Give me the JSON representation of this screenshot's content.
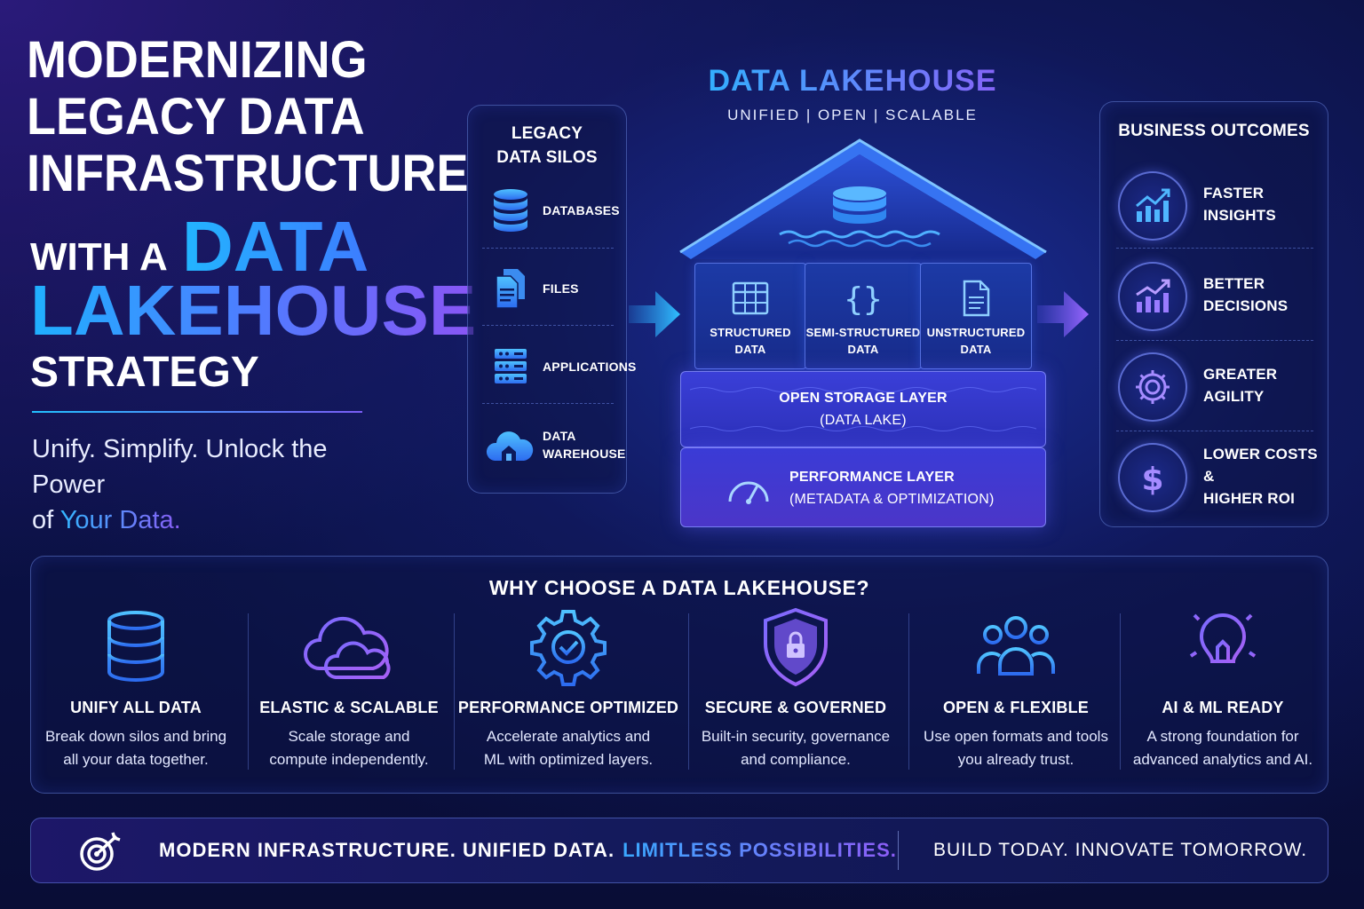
{
  "hero": {
    "title_lines": [
      "MODERNIZING",
      "LEGACY DATA",
      "INFRASTRUCTURE"
    ],
    "with_a": "WITH A",
    "accent_1": "DATA",
    "accent_2": "LAKEHOUSE",
    "strategy": "STRATEGY",
    "tagline_1": "Unify. Simplify. Unlock the Power",
    "tagline_2_prefix": "of",
    "tagline_2_highlight": "Your Data."
  },
  "legacy": {
    "title_line_1": "LEGACY",
    "title_line_2": "DATA SILOS",
    "items": [
      {
        "label": "DATABASES",
        "icon": "database-icon"
      },
      {
        "label": "FILES",
        "icon": "files-icon"
      },
      {
        "label": "APPLICATIONS",
        "icon": "server-icon"
      },
      {
        "label_1": "DATA",
        "label_2": "WAREHOUSE",
        "icon": "warehouse-cloud-icon"
      }
    ]
  },
  "lakehouse": {
    "title": "DATA LAKEHOUSE",
    "subtitle": "UNIFIED  |  OPEN  |  SCALABLE",
    "data_types": [
      {
        "line_1": "STRUCTURED",
        "line_2": "DATA",
        "icon": "table-icon"
      },
      {
        "line_1": "SEMI-STRUCTURED",
        "line_2": "DATA",
        "icon": "braces-icon"
      },
      {
        "line_1": "UNSTRUCTURED",
        "line_2": "DATA",
        "icon": "document-icon"
      }
    ],
    "storage_layer": {
      "line_1": "OPEN STORAGE LAYER",
      "line_2": "(DATA LAKE)"
    },
    "performance_layer": {
      "line_1": "PERFORMANCE LAYER",
      "line_2": "(METADATA & OPTIMIZATION)",
      "icon": "gauge-icon"
    }
  },
  "outcomes": {
    "title": "BUSINESS OUTCOMES",
    "items": [
      {
        "line_1": "FASTER",
        "line_2": "INSIGHTS",
        "icon": "chart-up-icon"
      },
      {
        "line_1": "BETTER",
        "line_2": "DECISIONS",
        "icon": "chart-trend-icon"
      },
      {
        "line_1": "GREATER",
        "line_2": "AGILITY",
        "icon": "gear-icon"
      },
      {
        "line_1": "LOWER COSTS &",
        "line_2": "HIGHER ROI",
        "icon": "dollar-icon"
      }
    ]
  },
  "why": {
    "title": "WHY CHOOSE A DATA LAKEHOUSE?",
    "features": [
      {
        "title": "UNIFY ALL DATA",
        "desc_1": "Break down silos and bring",
        "desc_2": "all your data together.",
        "icon": "database-icon"
      },
      {
        "title": "ELASTIC & SCALABLE",
        "desc_1": "Scale storage and",
        "desc_2": "compute independently.",
        "icon": "cloud-icon"
      },
      {
        "title": "PERFORMANCE OPTIMIZED",
        "desc_1": "Accelerate analytics and",
        "desc_2": "ML with optimized layers.",
        "icon": "gear-check-icon"
      },
      {
        "title": "SECURE & GOVERNED",
        "desc_1": "Built-in security, governance",
        "desc_2": "and compliance.",
        "icon": "shield-lock-icon"
      },
      {
        "title": "OPEN & FLEXIBLE",
        "desc_1": "Use open formats and tools",
        "desc_2": "you already trust.",
        "icon": "users-icon"
      },
      {
        "title": "AI & ML READY",
        "desc_1": "A strong foundation for",
        "desc_2": "advanced analytics and AI.",
        "icon": "lightbulb-icon"
      }
    ]
  },
  "banner": {
    "left_text": "MODERN INFRASTRUCTURE. UNIFIED DATA.",
    "left_highlight": "LIMITLESS POSSIBILITIES.",
    "right_text": "BUILD TODAY. INNOVATE TOMORROW."
  },
  "colors": {
    "background": "#0a0f3c",
    "accent_cyan": "#22b5ff",
    "accent_blue": "#3d7cff",
    "accent_purple": "#8a55f5"
  }
}
